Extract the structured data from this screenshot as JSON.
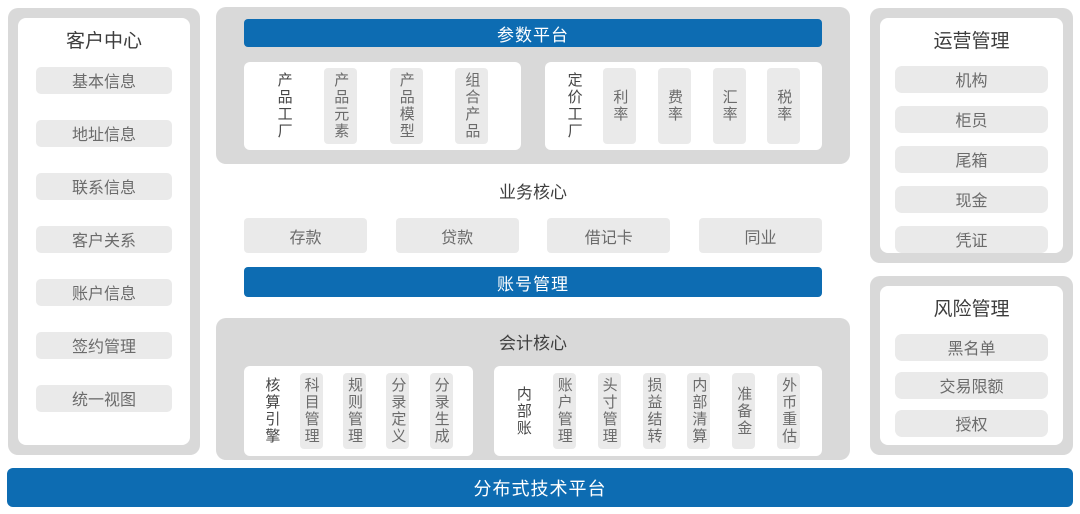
{
  "colors": {
    "accent_blue": "#0d6cb2",
    "panel_gray": "#d9d9d9",
    "chip_gray": "#eaeaea",
    "title_text": "#3d3d3d",
    "chip_text": "#6b6b6b"
  },
  "customer_center": {
    "title": "客户中心",
    "items": [
      "基本信息",
      "地址信息",
      "联系信息",
      "客户关系",
      "账户信息",
      "签约管理",
      "统一视图"
    ]
  },
  "param_platform": {
    "title": "参数平台",
    "groups": [
      {
        "label": "产品工厂",
        "items": [
          "产品元素",
          "产品模型",
          "组合产品"
        ]
      },
      {
        "label": "定价工厂",
        "items": [
          "利率",
          "费率",
          "汇率",
          "税率"
        ]
      }
    ]
  },
  "business_core": {
    "title": "业务核心",
    "items": [
      "存款",
      "贷款",
      "借记卡",
      "同业"
    ]
  },
  "account_mgmt": {
    "title": "账号管理"
  },
  "accounting_core": {
    "title": "会计核心",
    "groups": [
      {
        "label": "核算引擎",
        "items": [
          "科目管理",
          "规则管理",
          "分录定义",
          "分录生成"
        ]
      },
      {
        "label": "内部账",
        "items": [
          "账户管理",
          "头寸管理",
          "损益结转",
          "内部清算",
          "准备金",
          "外币重估"
        ]
      }
    ]
  },
  "operations": {
    "title": "运营管理",
    "items": [
      "机构",
      "柜员",
      "尾箱",
      "现金",
      "凭证"
    ]
  },
  "risk": {
    "title": "风险管理",
    "items": [
      "黑名单",
      "交易限额",
      "授权"
    ]
  },
  "bottom_bar": {
    "title": "分布式技术平台"
  }
}
